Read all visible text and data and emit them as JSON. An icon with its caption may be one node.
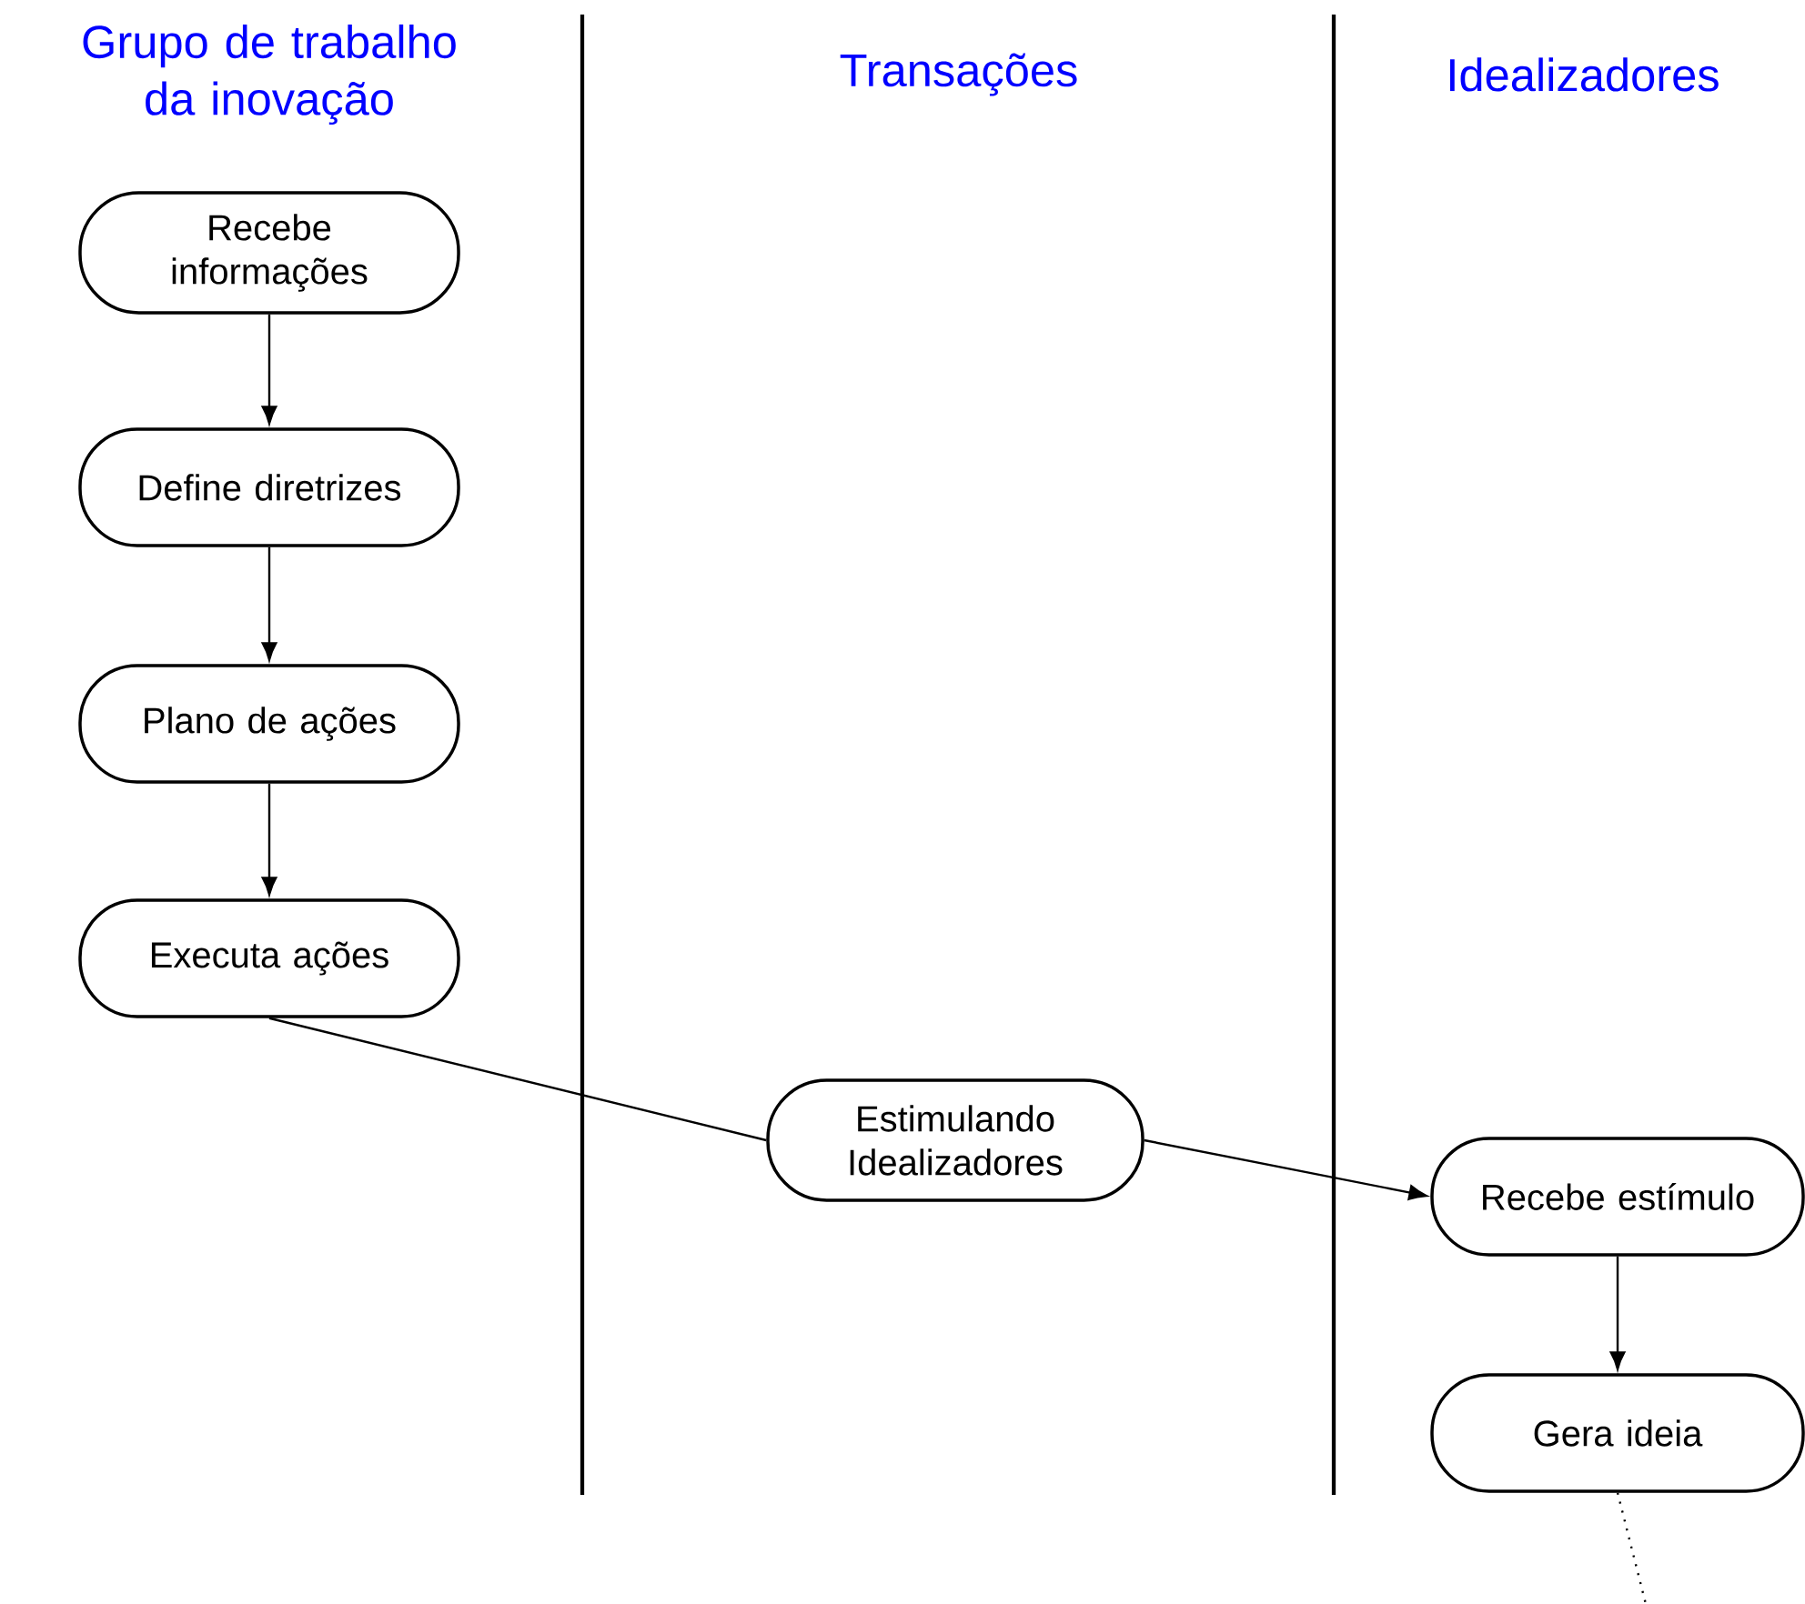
{
  "diagram": {
    "nodes": [
      {
        "text": [
          "Recebe informações"
        ]
      },
      {
        "text": [
          "Define diretrizes"
        ]
      },
      {
        "text": [
          "Plano de ações"
        ]
      },
      {
        "text": [
          "Executa ações"
        ]
      },
      {
        "text": [
          "Estimulando Idealizadores"
        ]
      },
      {
        "text": [
          "Recebe estímulo"
        ]
      },
      {
        "text": [
          "Gera ideia"
        ]
      }
    ],
    "edges": [
      {
        "from": 0,
        "to": 1,
        "arrow": "to"
      },
      {
        "from": 1,
        "to": 2,
        "arrow": "to"
      },
      {
        "from": 2,
        "to": 3,
        "arrow": "to"
      },
      {
        "from": 3,
        "to": 4,
        "arrow": "none"
      },
      {
        "from": 4,
        "to": 5,
        "arrow": "to"
      },
      {
        "from": 5,
        "to": 6,
        "arrow": "to"
      },
      {
        "from": 6,
        "to": null,
        "arrow": "none",
        "style": "dashed"
      }
    ],
    "labels": [
      "Grupo de trabalho da inovação",
      "Transações",
      "Idealizadores"
    ]
  }
}
